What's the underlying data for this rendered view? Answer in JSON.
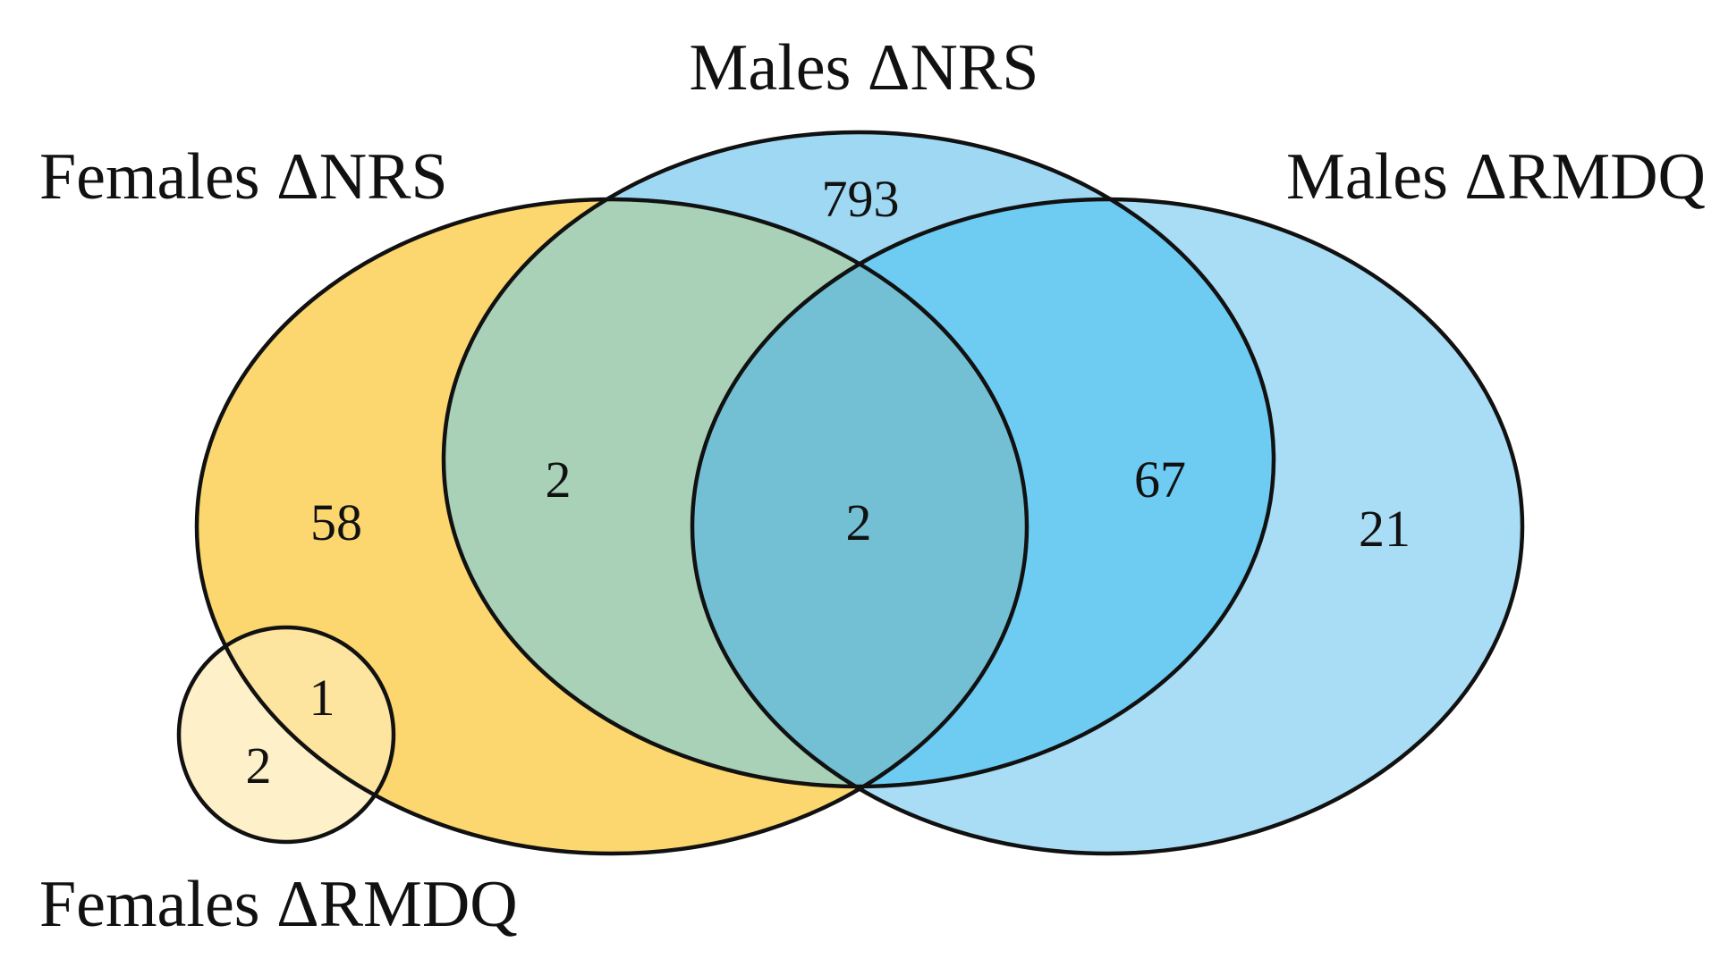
{
  "diagram": {
    "type": "venn",
    "sets": [
      {
        "id": "females_nrs",
        "label": "Females ΔNRS",
        "fill": "#FCD770"
      },
      {
        "id": "males_nrs",
        "label": "Males ΔNRS",
        "fill": "#9FD8F3"
      },
      {
        "id": "males_rmdq",
        "label": "Males ΔRMDQ",
        "fill": "#A9DCF5"
      },
      {
        "id": "females_rmdq",
        "label": "Females ΔRMDQ",
        "fill": "#FDEAB3"
      }
    ],
    "regions": [
      {
        "id": "males_nrs_only",
        "sets": [
          "males_nrs"
        ],
        "value": "793"
      },
      {
        "id": "females_nrs_only",
        "sets": [
          "females_nrs"
        ],
        "value": "58"
      },
      {
        "id": "females_nrs_males_nrs",
        "sets": [
          "females_nrs",
          "males_nrs"
        ],
        "value": "2"
      },
      {
        "id": "females_nrs_males_nrs_males_rmdq",
        "sets": [
          "females_nrs",
          "males_nrs",
          "males_rmdq"
        ],
        "value": "2"
      },
      {
        "id": "males_nrs_males_rmdq",
        "sets": [
          "males_nrs",
          "males_rmdq"
        ],
        "value": "67"
      },
      {
        "id": "males_rmdq_only",
        "sets": [
          "males_rmdq"
        ],
        "value": "21"
      },
      {
        "id": "females_nrs_females_rmdq",
        "sets": [
          "females_nrs",
          "females_rmdq"
        ],
        "value": "1"
      },
      {
        "id": "females_rmdq_only",
        "sets": [
          "females_rmdq"
        ],
        "value": "2"
      }
    ],
    "colors": {
      "females_nrs_x_males_nrs": "#A8D1B7",
      "all_three_center": "#73C0D4",
      "males_nrs_x_males_rmdq": "#6ECBF1",
      "outline": "#111111"
    }
  }
}
